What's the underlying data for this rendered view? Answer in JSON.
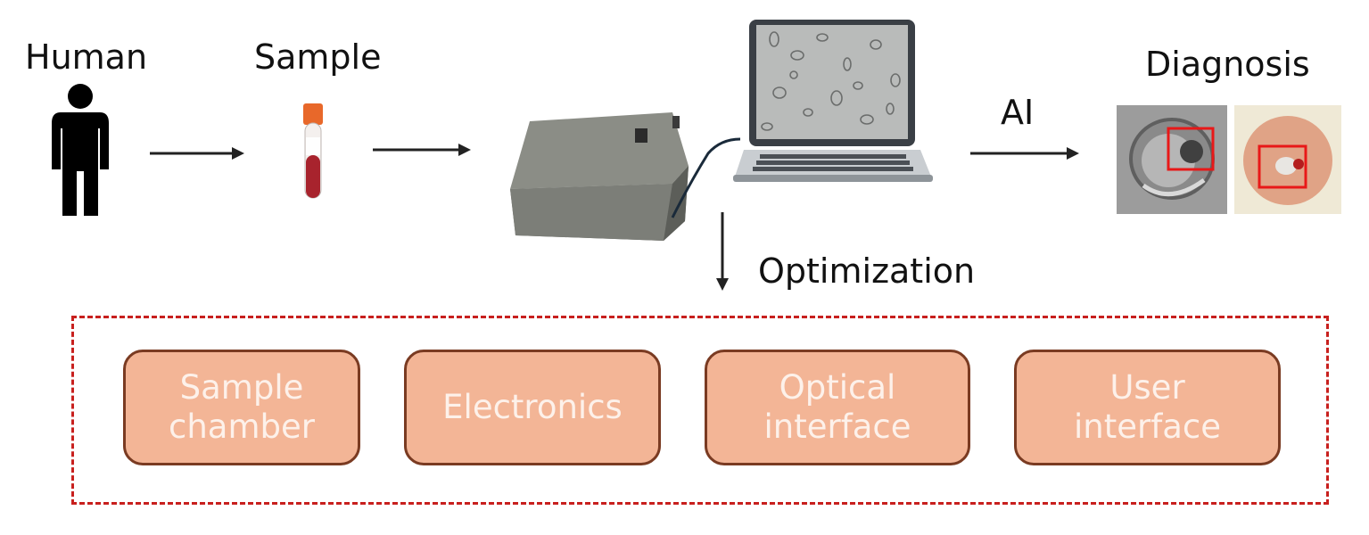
{
  "labels": {
    "human": "Human",
    "sample": "Sample",
    "ai": "AI",
    "diagnosis": "Diagnosis",
    "optimization": "Optimization"
  },
  "components": [
    {
      "label": "Sample\nchamber"
    },
    {
      "label": "Electronics"
    },
    {
      "label": "Optical\ninterface"
    },
    {
      "label": "User\ninterface"
    }
  ],
  "colors": {
    "box_fill": "#f3b596",
    "box_border": "#7a3b22",
    "box_text": "#fdf1ea",
    "dashed_border": "#c8201e",
    "highlight": "#e81818"
  },
  "icons": [
    "person-icon",
    "blood-tube-icon",
    "device-box-icon",
    "laptop-icon",
    "cell-image-icon"
  ]
}
